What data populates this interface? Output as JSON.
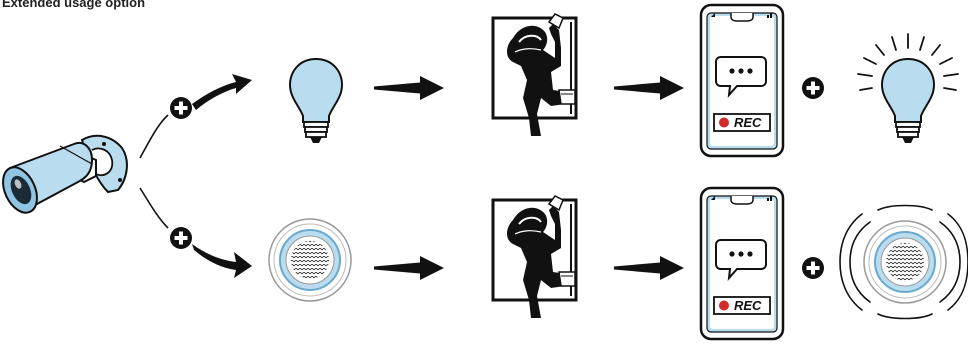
{
  "title": "Extended usage option",
  "colors": {
    "ink": "#111111",
    "accent_blue": "#b9dcef",
    "accent_blue_dark": "#6aa9cf",
    "rec_red": "#d42a2a",
    "white": "#ffffff"
  },
  "icons": [
    "security-camera-icon",
    "plus-icon",
    "light-bulb-icon",
    "siren-speaker-icon",
    "burglar-window-icon",
    "smartphone-icon",
    "chat-bubble-icon",
    "rec-indicator-icon",
    "arrow-right-icon"
  ],
  "rows": [
    {
      "trigger_icon": "light-bulb-icon",
      "alert_icon": "light-bulb-lit-icon",
      "rec_label": "REC"
    },
    {
      "trigger_icon": "siren-speaker-icon",
      "alert_icon": "siren-sounding-icon",
      "rec_label": "REC"
    }
  ]
}
